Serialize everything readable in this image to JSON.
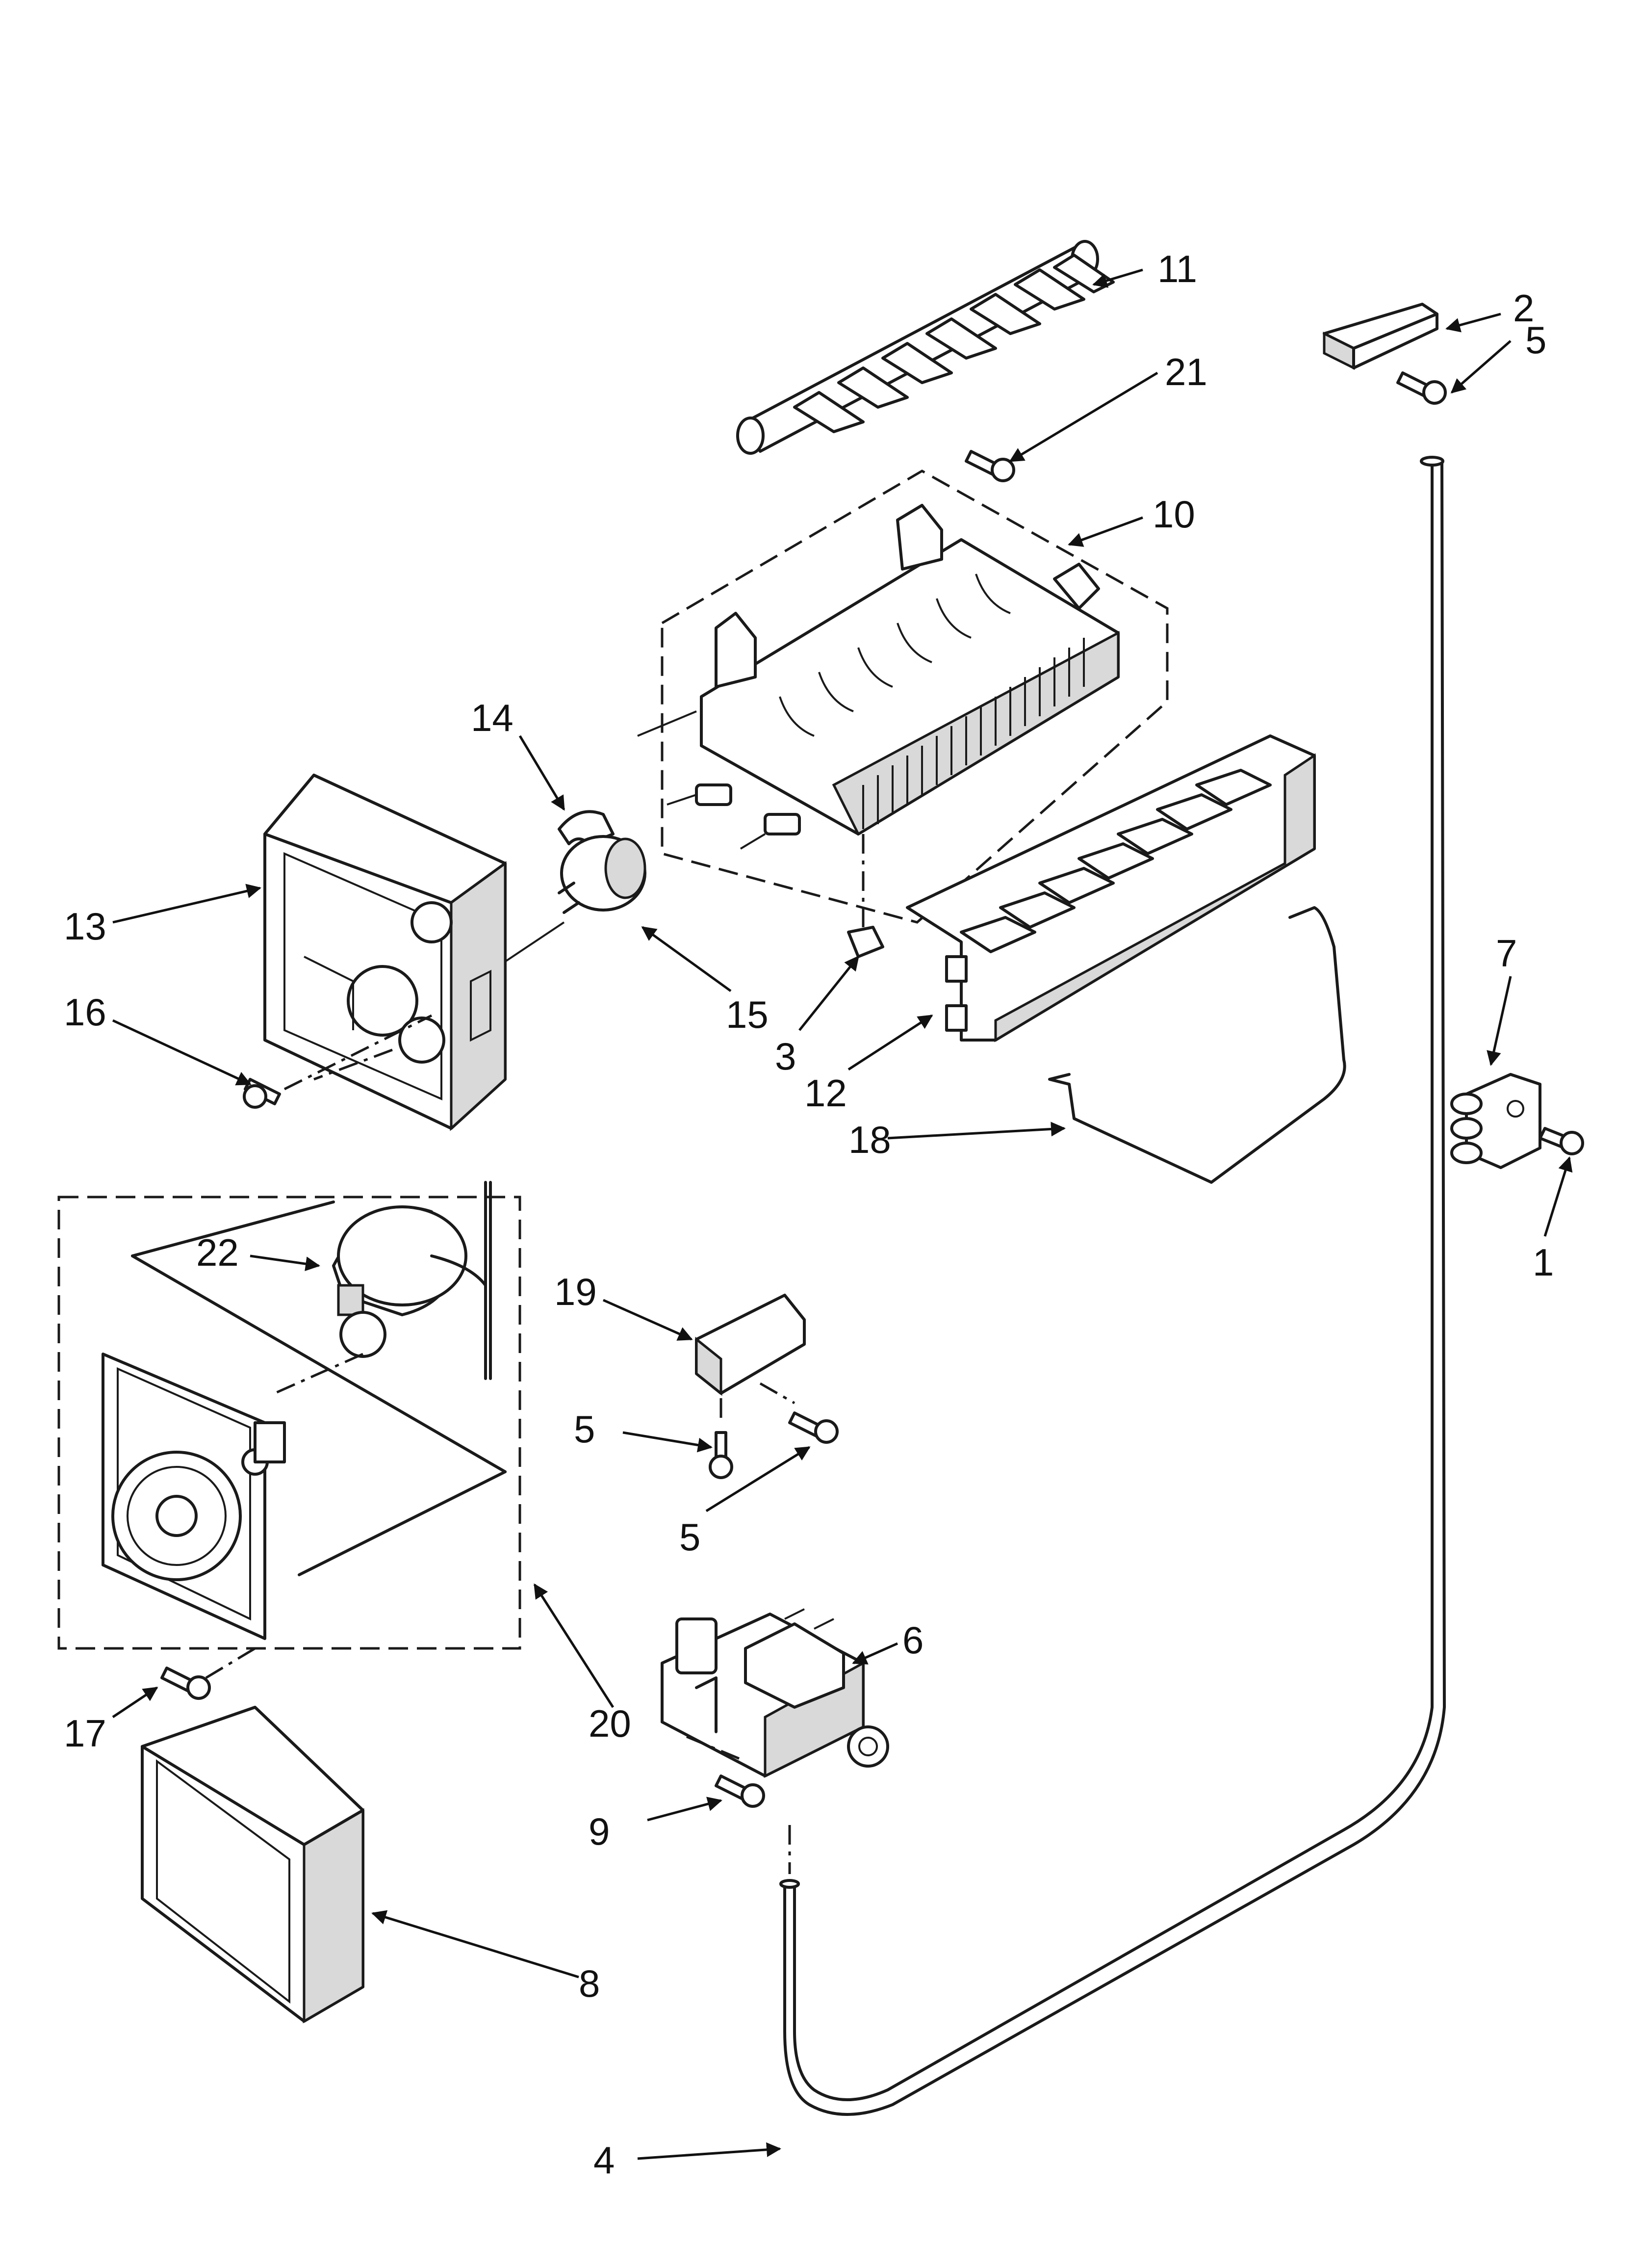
{
  "colors": {
    "line": "#1a1a1a",
    "background": "#ffffff",
    "shade": "#d9d9d9"
  },
  "callouts": [
    {
      "id": "c11",
      "text": "11"
    },
    {
      "id": "c2",
      "text": "2"
    },
    {
      "id": "c5a",
      "text": "5"
    },
    {
      "id": "c21",
      "text": "21"
    },
    {
      "id": "c10",
      "text": "10"
    },
    {
      "id": "c14",
      "text": "14"
    },
    {
      "id": "c13",
      "text": "13"
    },
    {
      "id": "c15",
      "text": "15"
    },
    {
      "id": "c3",
      "text": "3"
    },
    {
      "id": "c12",
      "text": "12"
    },
    {
      "id": "c16",
      "text": "16"
    },
    {
      "id": "c18",
      "text": "18"
    },
    {
      "id": "c7",
      "text": "7"
    },
    {
      "id": "c1",
      "text": "1"
    },
    {
      "id": "c22",
      "text": "22"
    },
    {
      "id": "c19",
      "text": "19"
    },
    {
      "id": "c5b",
      "text": "5"
    },
    {
      "id": "c5c",
      "text": "5"
    },
    {
      "id": "c6",
      "text": "6"
    },
    {
      "id": "c17",
      "text": "17"
    },
    {
      "id": "c20",
      "text": "20"
    },
    {
      "id": "c9",
      "text": "9"
    },
    {
      "id": "c8",
      "text": "8"
    },
    {
      "id": "c4",
      "text": "4"
    }
  ]
}
